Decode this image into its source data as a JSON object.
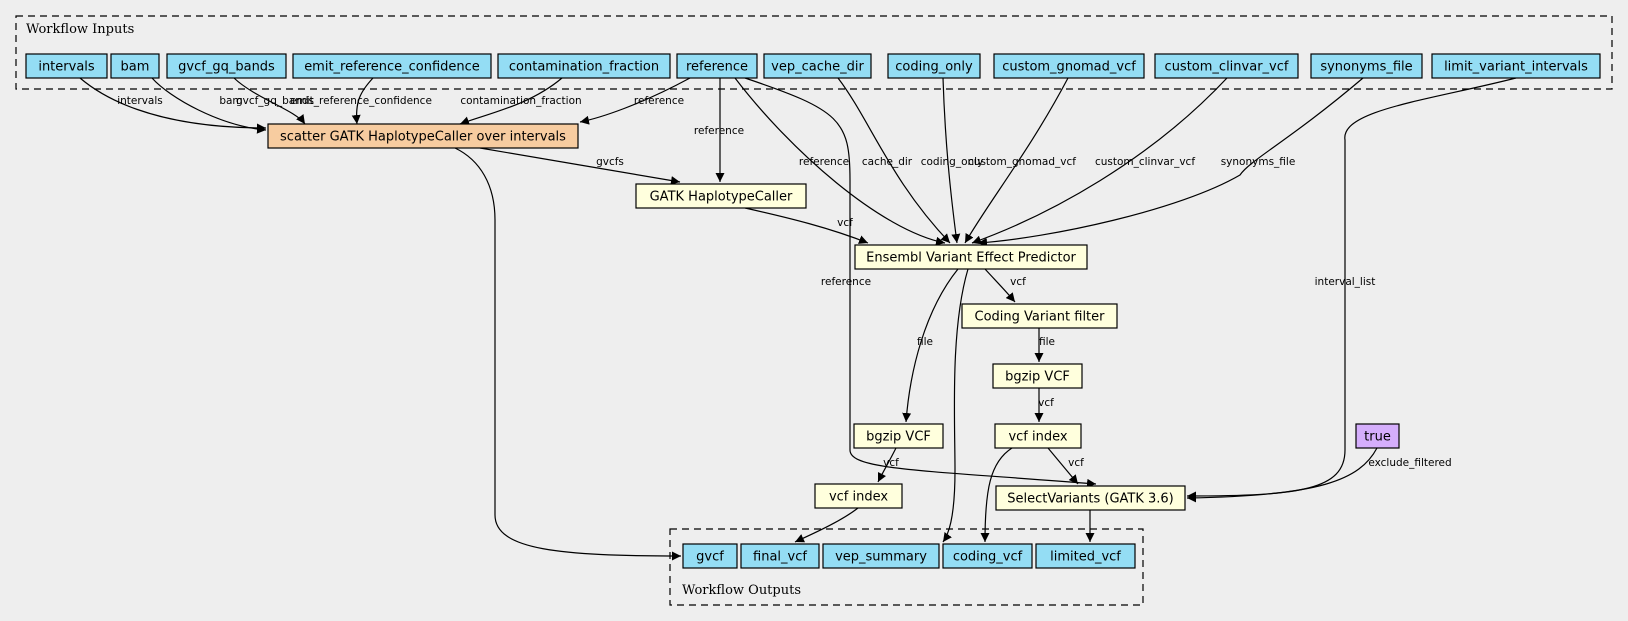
{
  "clusters": {
    "inputs_label": "Workflow Inputs",
    "outputs_label": "Workflow Outputs"
  },
  "colors": {
    "input": "#94ddf4",
    "scatter": "#f7cca0",
    "step": "#ffffdd",
    "constant": "#d5aefc",
    "background": "#eeeeee"
  },
  "inputs": [
    {
      "id": "intervals",
      "label": "intervals"
    },
    {
      "id": "bam",
      "label": "bam"
    },
    {
      "id": "gvcf_gq_bands",
      "label": "gvcf_gq_bands"
    },
    {
      "id": "emit_reference_confidence",
      "label": "emit_reference_confidence"
    },
    {
      "id": "contamination_fraction",
      "label": "contamination_fraction"
    },
    {
      "id": "reference",
      "label": "reference"
    },
    {
      "id": "vep_cache_dir",
      "label": "vep_cache_dir"
    },
    {
      "id": "coding_only",
      "label": "coding_only"
    },
    {
      "id": "custom_gnomad_vcf",
      "label": "custom_gnomad_vcf"
    },
    {
      "id": "custom_clinvar_vcf",
      "label": "custom_clinvar_vcf"
    },
    {
      "id": "synonyms_file",
      "label": "synonyms_file"
    },
    {
      "id": "limit_variant_intervals",
      "label": "limit_variant_intervals"
    }
  ],
  "steps": [
    {
      "id": "scatter",
      "label": "scatter GATK HaplotypeCaller over intervals",
      "kind": "scatter"
    },
    {
      "id": "gatk_hc",
      "label": "GATK HaplotypeCaller",
      "kind": "step"
    },
    {
      "id": "vep",
      "label": "Ensembl Variant Effect Predictor",
      "kind": "step"
    },
    {
      "id": "coding_filter",
      "label": "Coding Variant filter",
      "kind": "step"
    },
    {
      "id": "bgzip_right",
      "label": "bgzip VCF",
      "kind": "step"
    },
    {
      "id": "bgzip_left",
      "label": "bgzip VCF",
      "kind": "step"
    },
    {
      "id": "index_right",
      "label": "vcf index",
      "kind": "step"
    },
    {
      "id": "index_left",
      "label": "vcf index",
      "kind": "step"
    },
    {
      "id": "true_const",
      "label": "true",
      "kind": "constant"
    },
    {
      "id": "select_variants",
      "label": "SelectVariants (GATK 3.6)",
      "kind": "step"
    }
  ],
  "outputs": [
    {
      "id": "gvcf",
      "label": "gvcf"
    },
    {
      "id": "final_vcf",
      "label": "final_vcf"
    },
    {
      "id": "vep_summary",
      "label": "vep_summary"
    },
    {
      "id": "coding_vcf",
      "label": "coding_vcf"
    },
    {
      "id": "limited_vcf",
      "label": "limited_vcf"
    }
  ],
  "edges": [
    {
      "id": "e1",
      "from": "intervals",
      "to": "scatter",
      "label": "intervals"
    },
    {
      "id": "e2",
      "from": "bam",
      "to": "scatter",
      "label": "bam"
    },
    {
      "id": "e3",
      "from": "gvcf_gq_bands",
      "to": "scatter",
      "label": "gvcf_gq_bands"
    },
    {
      "id": "e4",
      "from": "emit_reference_confidence",
      "to": "scatter",
      "label": "emit_reference_confidence"
    },
    {
      "id": "e5",
      "from": "contamination_fraction",
      "to": "scatter",
      "label": "contamination_fraction"
    },
    {
      "id": "e6",
      "from": "reference",
      "to": "scatter",
      "label": "reference"
    },
    {
      "id": "e7",
      "from": "reference",
      "to": "gatk_hc",
      "label": "reference"
    },
    {
      "id": "e8",
      "from": "reference",
      "to": "vep",
      "label": "reference"
    },
    {
      "id": "e9",
      "from": "reference",
      "to": "select_variants",
      "label": "reference"
    },
    {
      "id": "e10",
      "from": "vep_cache_dir",
      "to": "vep",
      "label": "cache_dir"
    },
    {
      "id": "e11",
      "from": "coding_only",
      "to": "vep",
      "label": "coding_only"
    },
    {
      "id": "e12",
      "from": "custom_gnomad_vcf",
      "to": "vep",
      "label": "custom_gnomad_vcf"
    },
    {
      "id": "e13",
      "from": "custom_clinvar_vcf",
      "to": "vep",
      "label": "custom_clinvar_vcf"
    },
    {
      "id": "e14",
      "from": "synonyms_file",
      "to": "vep",
      "label": "synonyms_file"
    },
    {
      "id": "e15",
      "from": "limit_variant_intervals",
      "to": "select_variants",
      "label": "interval_list"
    },
    {
      "id": "e16",
      "from": "scatter",
      "to": "gatk_hc",
      "label": "gvcfs"
    },
    {
      "id": "e17",
      "from": "scatter",
      "to": "gvcf",
      "label": ""
    },
    {
      "id": "e18",
      "from": "gatk_hc",
      "to": "vep",
      "label": "vcf"
    },
    {
      "id": "e19",
      "from": "vep",
      "to": "coding_filter",
      "label": "vcf"
    },
    {
      "id": "e20",
      "from": "vep",
      "to": "bgzip_left",
      "label": "file"
    },
    {
      "id": "e21",
      "from": "vep",
      "to": "vep_summary",
      "label": ""
    },
    {
      "id": "e22",
      "from": "coding_filter",
      "to": "bgzip_right",
      "label": "file"
    },
    {
      "id": "e23",
      "from": "bgzip_right",
      "to": "index_right",
      "label": "vcf"
    },
    {
      "id": "e24",
      "from": "bgzip_left",
      "to": "index_left",
      "label": "vcf"
    },
    {
      "id": "e25",
      "from": "index_right",
      "to": "select_variants",
      "label": "vcf"
    },
    {
      "id": "e26",
      "from": "index_right",
      "to": "coding_vcf",
      "label": ""
    },
    {
      "id": "e27",
      "from": "index_left",
      "to": "final_vcf",
      "label": ""
    },
    {
      "id": "e28",
      "from": "true_const",
      "to": "select_variants",
      "label": "exclude_filtered"
    },
    {
      "id": "e29",
      "from": "select_variants",
      "to": "limited_vcf",
      "label": ""
    }
  ]
}
